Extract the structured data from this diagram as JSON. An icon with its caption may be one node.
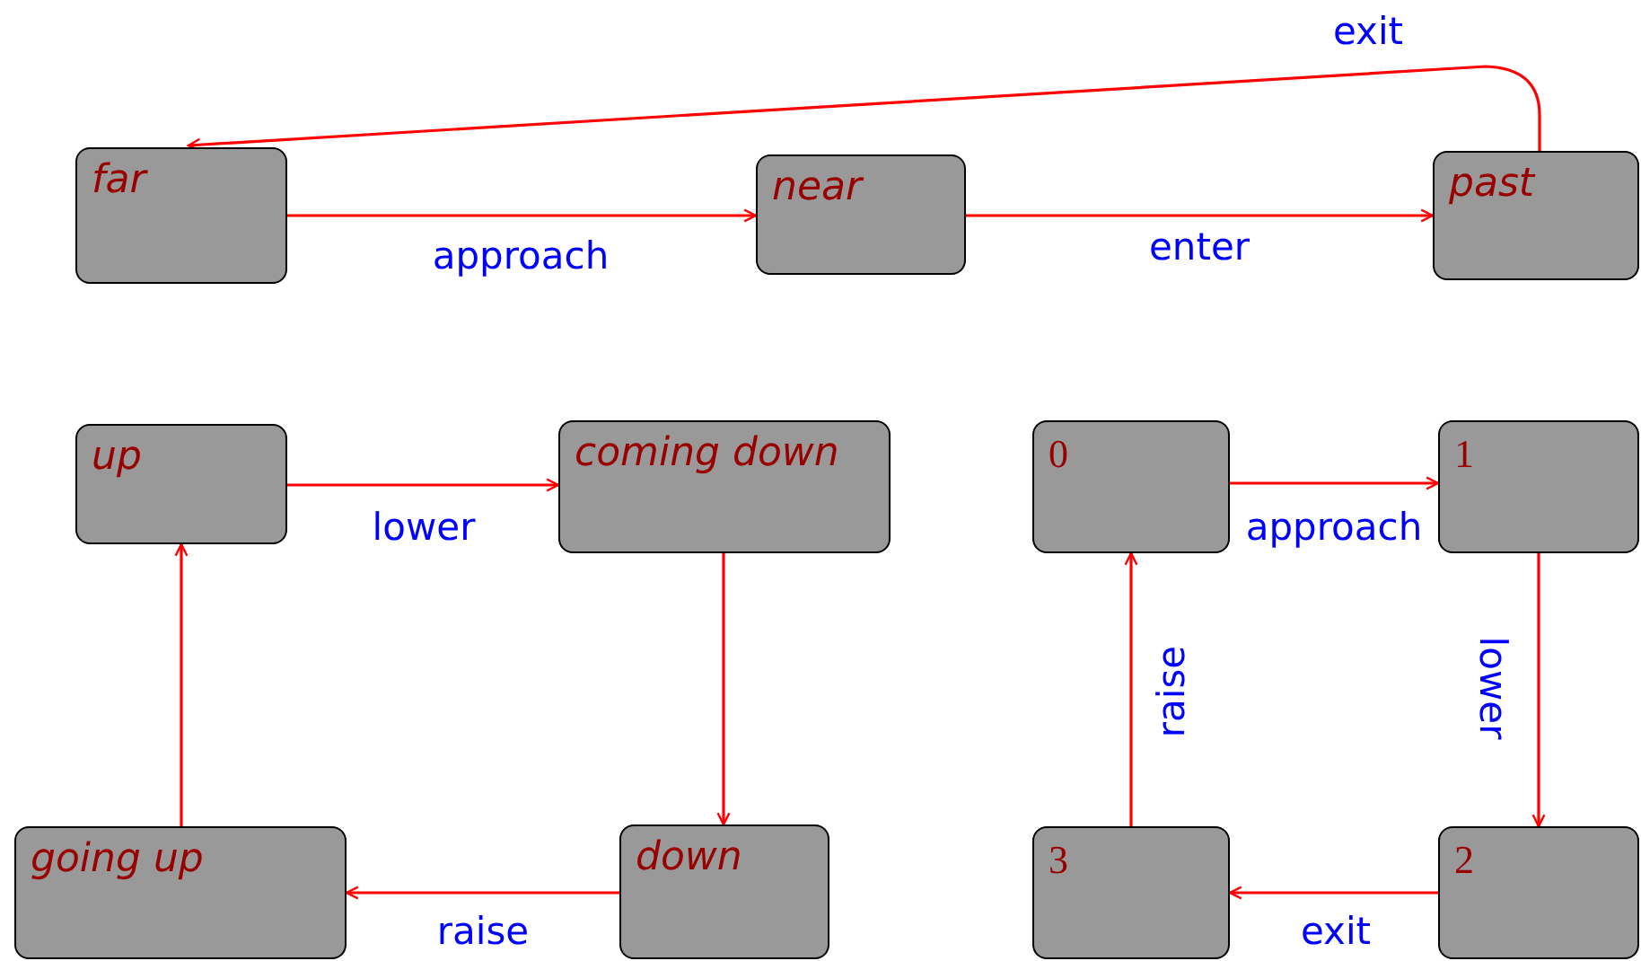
{
  "diagram": {
    "nodes": [
      {
        "text": [
          "far"
        ]
      },
      {
        "text": [
          "near"
        ]
      },
      {
        "text": [
          "past"
        ]
      },
      {
        "text": [
          "up"
        ]
      },
      {
        "text": [
          "coming down"
        ]
      },
      {
        "text": [
          "going up"
        ]
      },
      {
        "text": [
          "down"
        ]
      },
      {
        "text": [
          "0"
        ]
      },
      {
        "text": [
          "1"
        ]
      },
      {
        "text": [
          "2"
        ]
      },
      {
        "text": [
          "3"
        ]
      }
    ],
    "edges": [
      {
        "from": 0,
        "to": 1,
        "arrow": "to",
        "label": "approach"
      },
      {
        "from": 1,
        "to": 2,
        "arrow": "to",
        "label": "enter"
      },
      {
        "from": 2,
        "to": 0,
        "arrow": "to",
        "label": "exit"
      },
      {
        "from": 3,
        "to": 4,
        "arrow": "to",
        "label": "lower"
      },
      {
        "from": 4,
        "to": 6,
        "arrow": "to"
      },
      {
        "from": 6,
        "to": 5,
        "arrow": "to",
        "label": "raise"
      },
      {
        "from": 5,
        "to": 3,
        "arrow": "to"
      },
      {
        "from": 7,
        "to": 8,
        "arrow": "to",
        "label": "approach"
      },
      {
        "from": 8,
        "to": 9,
        "arrow": "to",
        "label": "lower"
      },
      {
        "from": 9,
        "to": 10,
        "arrow": "to",
        "label": "exit"
      },
      {
        "from": 10,
        "to": 7,
        "arrow": "to",
        "label": "raise"
      }
    ]
  }
}
